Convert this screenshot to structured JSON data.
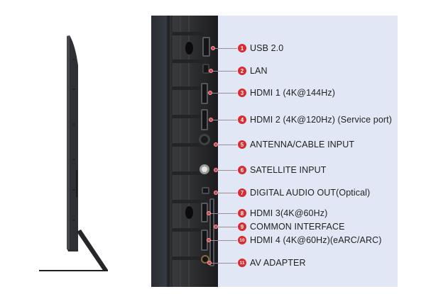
{
  "figure": {
    "title": "TV connection ports diagram",
    "colors": {
      "badge": "#d92b30",
      "panel_light": "#e2e7f5",
      "panel_dark": "#2e2f31",
      "text": "#1f1f1f"
    }
  },
  "ports": [
    {
      "number": "1",
      "label": "USB 2.0"
    },
    {
      "number": "2",
      "label": "LAN"
    },
    {
      "number": "3",
      "label": "HDMI 1 (4K@144Hz)"
    },
    {
      "number": "4",
      "label": "HDMI 2 (4K@120Hz) (Service port)"
    },
    {
      "number": "5",
      "label": "ANTENNA/CABLE INPUT"
    },
    {
      "number": "6",
      "label": "SATELLITE INPUT"
    },
    {
      "number": "7",
      "label": "DIGITAL AUDIO OUT(Optical)"
    },
    {
      "number": "8",
      "label": "HDMI 3(4K@60Hz)"
    },
    {
      "number": "9",
      "label": "COMMON INTERFACE"
    },
    {
      "number": "10",
      "label": "HDMI 4 (4K@60Hz)(eARC/ARC)"
    },
    {
      "number": "11",
      "label": "AV ADAPTER"
    }
  ]
}
